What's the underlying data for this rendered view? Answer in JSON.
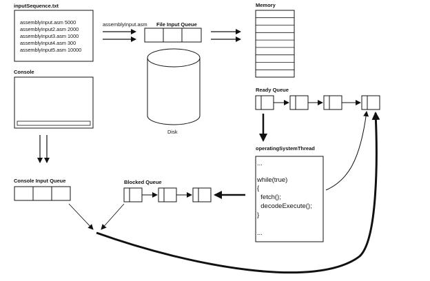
{
  "input_file": {
    "title": "inputSequence.txt",
    "lines": [
      "assemblyInput.asm 5000",
      "assemblyInput2.asm 2000",
      "assemblyInput3.asm 1000",
      "assemblyInput4.asm 300",
      "assemblyInput5.asm 10000"
    ]
  },
  "arrow_label": "assemblyInput.asm",
  "file_input_queue": {
    "title": "File Input Queue"
  },
  "memory": {
    "title": "Memory"
  },
  "disk": {
    "label": "Disk"
  },
  "console": {
    "title": "Console"
  },
  "ready_queue": {
    "title": "Ready Queue"
  },
  "os_thread": {
    "title": "operatingSystemThread",
    "code_lines": [
      "...",
      "while(true)",
      "{",
      "  fetch();",
      "  decodeExecute();",
      "}",
      "..."
    ]
  },
  "console_input_queue": {
    "title": "Console Input Queue"
  },
  "blocked_queue": {
    "title": "Blocked Queue"
  }
}
